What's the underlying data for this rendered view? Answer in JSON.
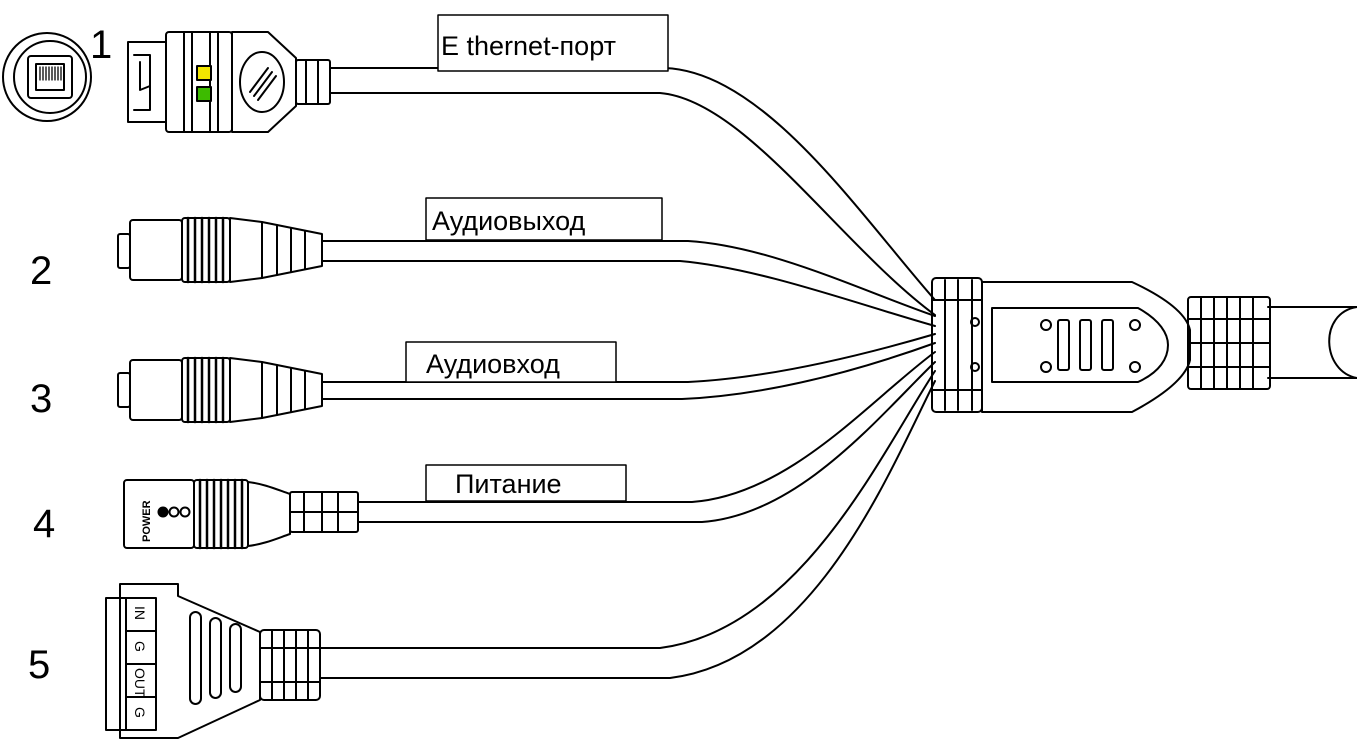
{
  "connectors": [
    {
      "number": "1",
      "label": "E thernet-порт",
      "icon": "rj45-icon"
    },
    {
      "number": "2",
      "label": "Аудиовыход",
      "icon": "audio-jack-icon"
    },
    {
      "number": "3",
      "label": "Аудиовход",
      "icon": "audio-jack-icon"
    },
    {
      "number": "4",
      "label": "Питание",
      "icon": "dc-power-icon"
    },
    {
      "number": "5",
      "label": "",
      "icon": "alarm-terminal-icon"
    }
  ],
  "power_marking": "POWER",
  "terminal_pins": [
    "IN",
    "G",
    "OUT",
    "G"
  ],
  "colors": {
    "line": "#000000",
    "background": "#ffffff",
    "led_yellow": "#f2e600",
    "led_green": "#3dbb00"
  }
}
